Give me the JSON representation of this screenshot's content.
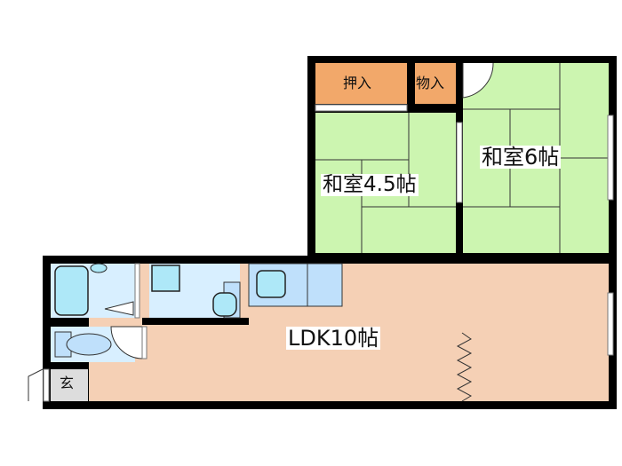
{
  "rooms": {
    "oshiire": "押入",
    "mono_ire": "物入",
    "washitsu_small": "和室4.5帖",
    "washitsu_large": "和室6帖",
    "ldk": "LDK10帖",
    "genkan": "玄"
  },
  "colors": {
    "wall": "#000000",
    "tatami": "#ccf5b0",
    "storage": "#f2a86a",
    "ldk_floor": "#f5d0b5",
    "wet_area": "#d8efff",
    "fixture": "#aee8f8",
    "kitchen": "#bfe0fb",
    "genkan": "#dddddd"
  }
}
